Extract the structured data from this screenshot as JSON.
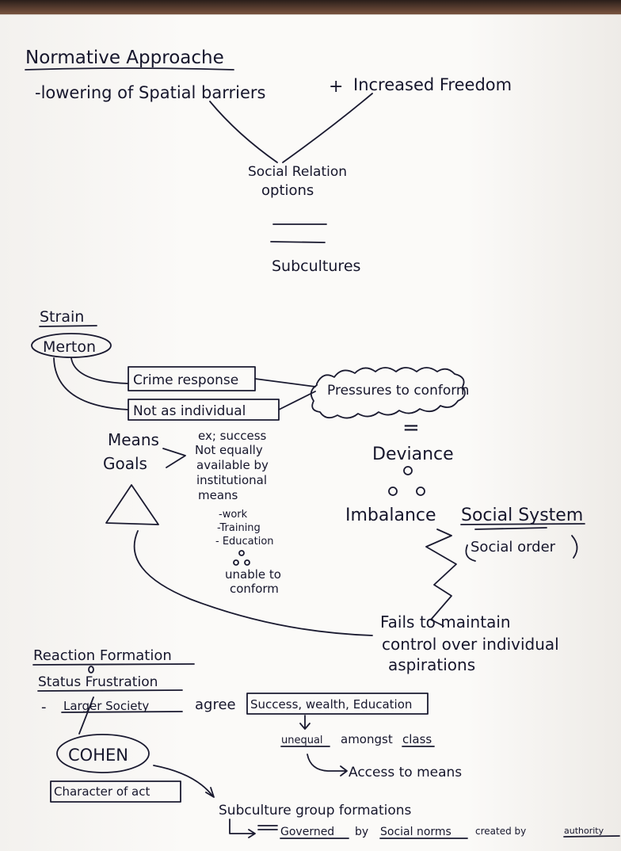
{
  "normative": {
    "title": "Normative Approache",
    "line1": "-lowering of Spatial barriers",
    "plus": "+",
    "freedom": "Increased Freedom",
    "social_relation": "Social Relation",
    "options": "options",
    "subcultures": "Subcultures"
  },
  "strain": {
    "title": "Strain",
    "merton": "Merton",
    "crime_response": "Crime response",
    "not_individual": "Not as individual",
    "pressures": "Pressures to conform",
    "equals": "=",
    "deviance": "Deviance",
    "imbalance": "Imbalance",
    "social_system": "Social System",
    "social_order": "Social order",
    "fails_1": "Fails to maintain",
    "fails_2": "control over individual",
    "fails_3": "aspirations",
    "means": "Means",
    "goals": "Goals",
    "ex_lines": [
      "ex; success",
      "Not equally",
      "available by",
      "institutional",
      "means"
    ],
    "list": [
      "-work",
      "-Training",
      "- Education"
    ],
    "unable_1": "unable to",
    "unable_2": "conform"
  },
  "reaction": {
    "title": "Reaction Formation",
    "status": "Status Frustration",
    "dash": "-",
    "larger_society": "Larger Society",
    "agree": "agree",
    "box": "Success, wealth, Education",
    "unequal": "unequal",
    "amongst": "amongst",
    "class": "class",
    "access": "Access to means",
    "cohen": "COHEN",
    "character": "Character of act",
    "subculture": "Subculture group formations",
    "governed": "Governed",
    "by": "by",
    "social_norms": "Social norms",
    "created": "created by",
    "authority": "authority"
  }
}
